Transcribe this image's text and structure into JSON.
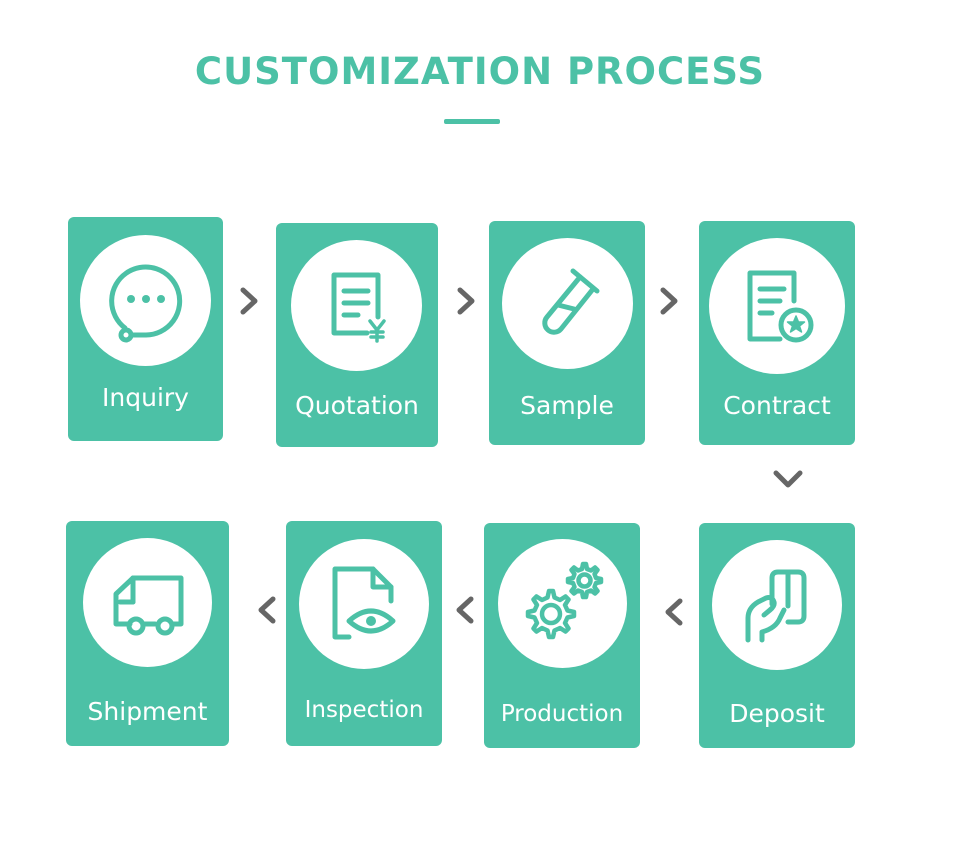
{
  "title": "CUSTOMIZATION PROCESS",
  "colors": {
    "accent": "#4cc1a6",
    "card": "#4cc1a6",
    "arrow": "#666666",
    "background": "#ffffff"
  },
  "steps": [
    {
      "label": "Inquiry",
      "icon": "chat-bubble-headset-icon"
    },
    {
      "label": "Quotation",
      "icon": "quote-document-yen-icon"
    },
    {
      "label": "Sample",
      "icon": "test-tube-icon"
    },
    {
      "label": "Contract",
      "icon": "contract-star-badge-icon"
    },
    {
      "label": "Deposit",
      "icon": "hand-holding-card-icon"
    },
    {
      "label": "Production",
      "icon": "gears-icon"
    },
    {
      "label": "Inspection",
      "icon": "document-eye-icon"
    },
    {
      "label": "Shipment",
      "icon": "truck-icon"
    }
  ],
  "arrows": [
    "chevron-right-icon",
    "chevron-right-icon",
    "chevron-right-icon",
    "chevron-down-icon",
    "chevron-left-icon",
    "chevron-left-icon",
    "chevron-left-icon"
  ]
}
